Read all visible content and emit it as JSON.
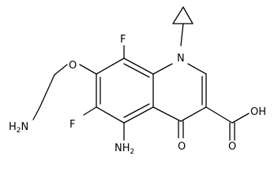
{
  "molecule": {
    "atoms": {
      "F_top": "F",
      "F_left": "F",
      "N_ring": "N",
      "O_ether": "O",
      "O_keto": "O",
      "OH": "OH",
      "O_carbonyl": "O",
      "NH2_amino": "NH",
      "NH2_amino_sub": "2",
      "H2N_chain": "H",
      "H2N_chain_sub": "2",
      "H2N_chain_N": "N"
    },
    "bond_color": "#000000",
    "label_color": "#000000"
  }
}
